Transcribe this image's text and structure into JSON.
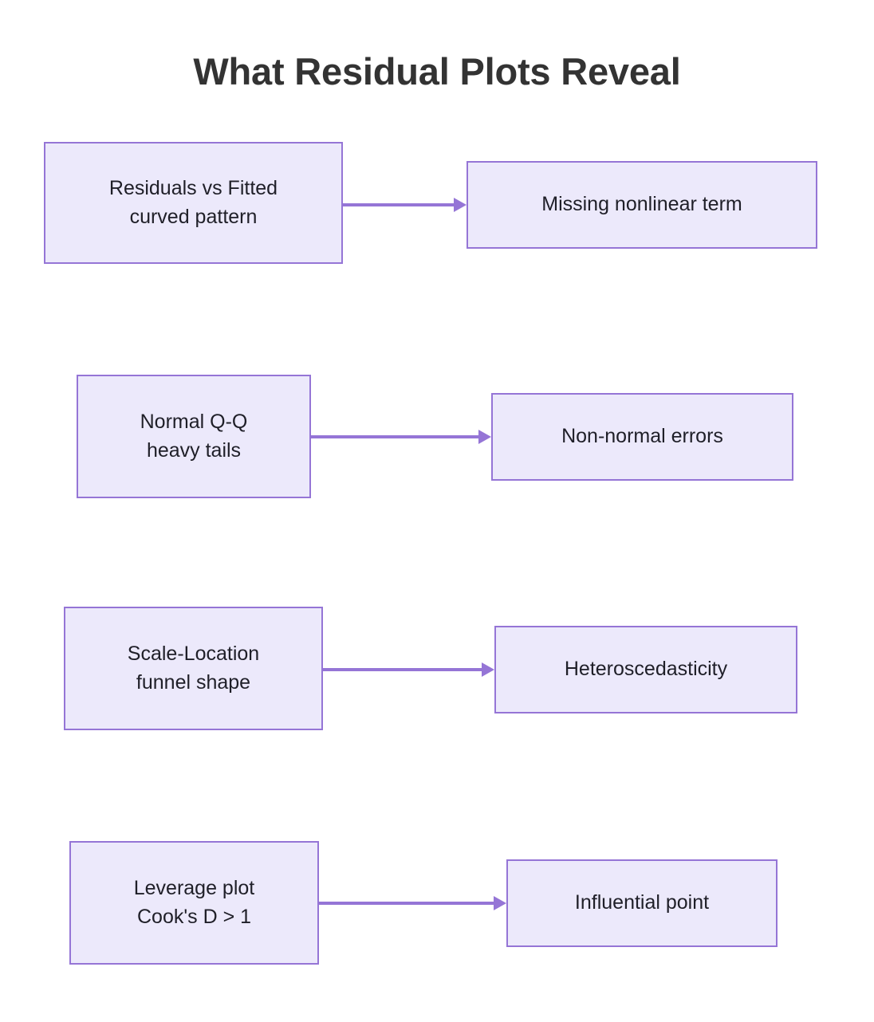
{
  "title": "What Residual Plots Reveal",
  "theme": {
    "background": "#ffffff",
    "node_fill": "#ece9fb",
    "node_border": "#9575d6",
    "node_text": "#1f1f28",
    "title_text": "#333333",
    "edge_color": "#9575d6"
  },
  "nodes": {
    "residuals_vs_fitted": {
      "line1": "Residuals vs Fitted",
      "line2": "curved pattern"
    },
    "missing_nonlinear": {
      "line1": "Missing nonlinear term"
    },
    "normal_qq": {
      "line1": "Normal Q-Q",
      "line2": "heavy tails"
    },
    "non_normal_errors": {
      "line1": "Non-normal errors"
    },
    "scale_location": {
      "line1": "Scale-Location",
      "line2": "funnel shape"
    },
    "heteroscedasticity": {
      "line1": "Heteroscedasticity"
    },
    "leverage_plot": {
      "line1": "Leverage plot",
      "line2": "Cook's D > 1"
    },
    "influential_point": {
      "line1": "Influential point"
    }
  },
  "edges": [
    {
      "from": "residuals_vs_fitted",
      "to": "missing_nonlinear",
      "label": ""
    },
    {
      "from": "normal_qq",
      "to": "non_normal_errors",
      "label": ""
    },
    {
      "from": "scale_location",
      "to": "heteroscedasticity",
      "label": ""
    },
    {
      "from": "leverage_plot",
      "to": "influential_point",
      "label": ""
    }
  ]
}
